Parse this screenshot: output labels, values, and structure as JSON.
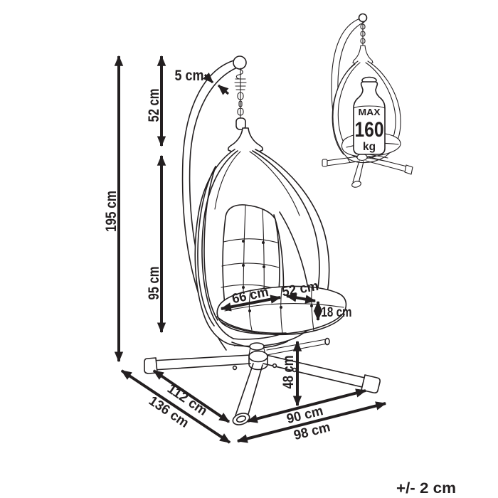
{
  "dimensions": {
    "total_height": "195 cm",
    "upper_pole_section": "52 cm",
    "chair_height": "95 cm",
    "pole_diameter": "5 cm",
    "seat_width": "66 cm",
    "seat_depth": "52 cm",
    "cushion_thickness": "18 cm",
    "ground_clearance": "48 cm",
    "base_front_span": "90 cm",
    "base_front_total": "98 cm",
    "base_side_span": "112 cm",
    "base_diagonal": "136 cm"
  },
  "max_load_badge": {
    "max_label": "MAX",
    "value": "160",
    "unit": "kg"
  },
  "footer": {
    "tolerance_note": "+/- 2 cm"
  },
  "colors": {
    "line": "#231f20",
    "background": "#ffffff"
  }
}
